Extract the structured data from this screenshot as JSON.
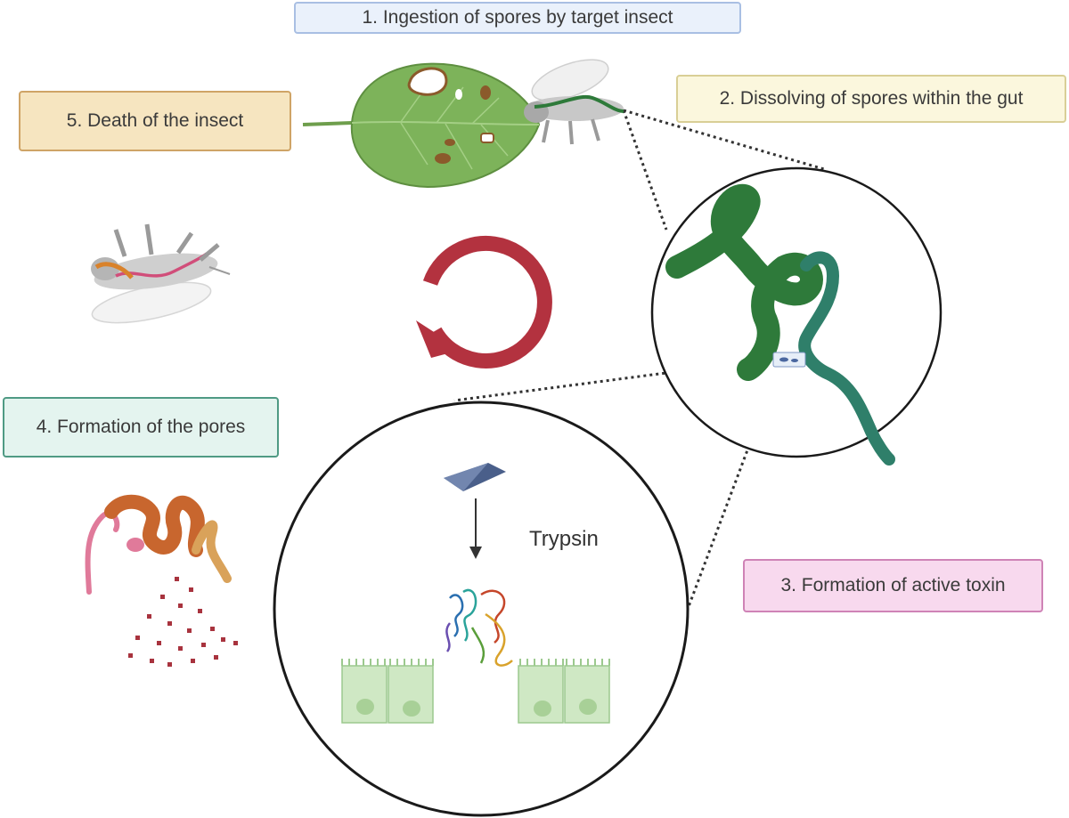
{
  "steps": {
    "step1": "1.  Ingestion of spores by target insect",
    "step2": "2. Dissolving of spores within the gut",
    "step3": "3. Formation of active toxin",
    "step4": "4. Formation of the pores",
    "step5": "5. Death of the insect"
  },
  "enzyme_label": "Trypsin",
  "colors": {
    "leaf": "#7db35a",
    "gut_dark": "#2e7a3a",
    "gut_teal": "#2f7f6a",
    "cycle_arrow": "#b3323f",
    "epithelial_cells": "#cfe8c4",
    "pore_gut": "#c8662e"
  }
}
